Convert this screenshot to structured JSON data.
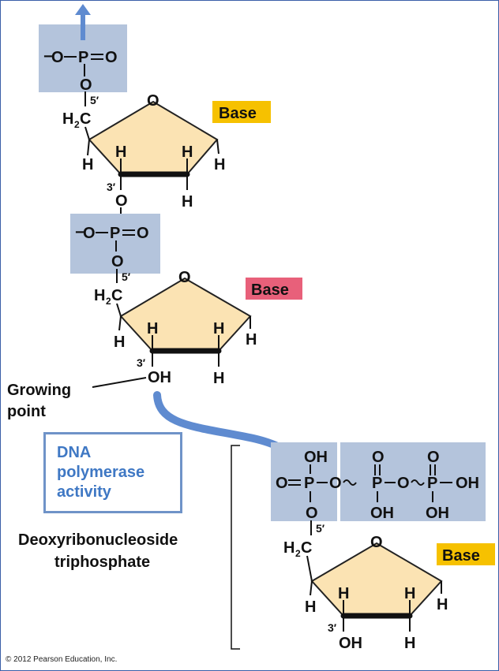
{
  "labels": {
    "base_1": "Base",
    "base_2": "Base",
    "base_3": "Base",
    "growing_point": "Growing",
    "growing_point_2": "point",
    "enzyme_line1": "DNA",
    "enzyme_line2": "polymerase",
    "enzyme_line3": "activity",
    "substrate_line1": "Deoxyribonucleoside",
    "substrate_line2": "triphosphate",
    "copyright": "© 2012 Pearson Education, Inc."
  },
  "atoms": {
    "O": "O",
    "P": "P",
    "H": "H",
    "OH": "OH",
    "H2C_H": "H",
    "H2C_sub": "2",
    "H2C_C": "C",
    "minus": "−",
    "prime5": "5′",
    "prime3": "3′",
    "dbl": "="
  },
  "colors": {
    "base_1": "#f6c100",
    "base_2": "#e8607a",
    "base_3": "#f6c100",
    "phosphate_box": "#b4c4dc",
    "sugar_fill": "#fbe3b3",
    "arrow": "#5f8bd0",
    "enzyme_text": "#3f78c4"
  }
}
